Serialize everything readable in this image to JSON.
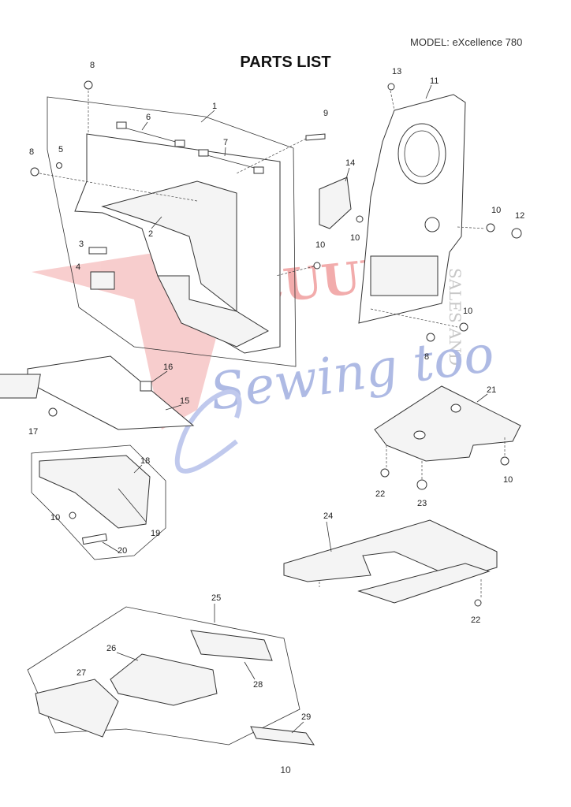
{
  "header": {
    "model": "MODEL: eXcellence 780",
    "title": "PARTS LIST"
  },
  "footer": {
    "page_number": "10"
  },
  "watermark": {
    "line1": "VACUUMS",
    "line2": "SALES AND",
    "line3": "Sewing too",
    "colors": {
      "red": "#e23a3a",
      "blue": "#2b4bb0",
      "grey": "#9a9a9a"
    }
  },
  "callouts": {
    "c1": "1",
    "c2": "2",
    "c3": "3",
    "c4": "4",
    "c5": "5",
    "c6": "6",
    "c7": "7",
    "c8a": "8",
    "c8b": "8",
    "c8c": "8",
    "c9": "9",
    "c10a": "10",
    "c10b": "10",
    "c10c": "10",
    "c10d": "10",
    "c10e": "10",
    "c10f": "10",
    "c11": "11",
    "c12": "12",
    "c13": "13",
    "c14": "14",
    "c15": "15",
    "c16": "16",
    "c17": "17",
    "c18": "18",
    "c19": "19",
    "c20": "20",
    "c21": "21",
    "c22a": "22",
    "c22b": "22",
    "c23": "23",
    "c24": "24",
    "c25": "25",
    "c26": "26",
    "c27": "27",
    "c28": "28",
    "c29": "29"
  }
}
